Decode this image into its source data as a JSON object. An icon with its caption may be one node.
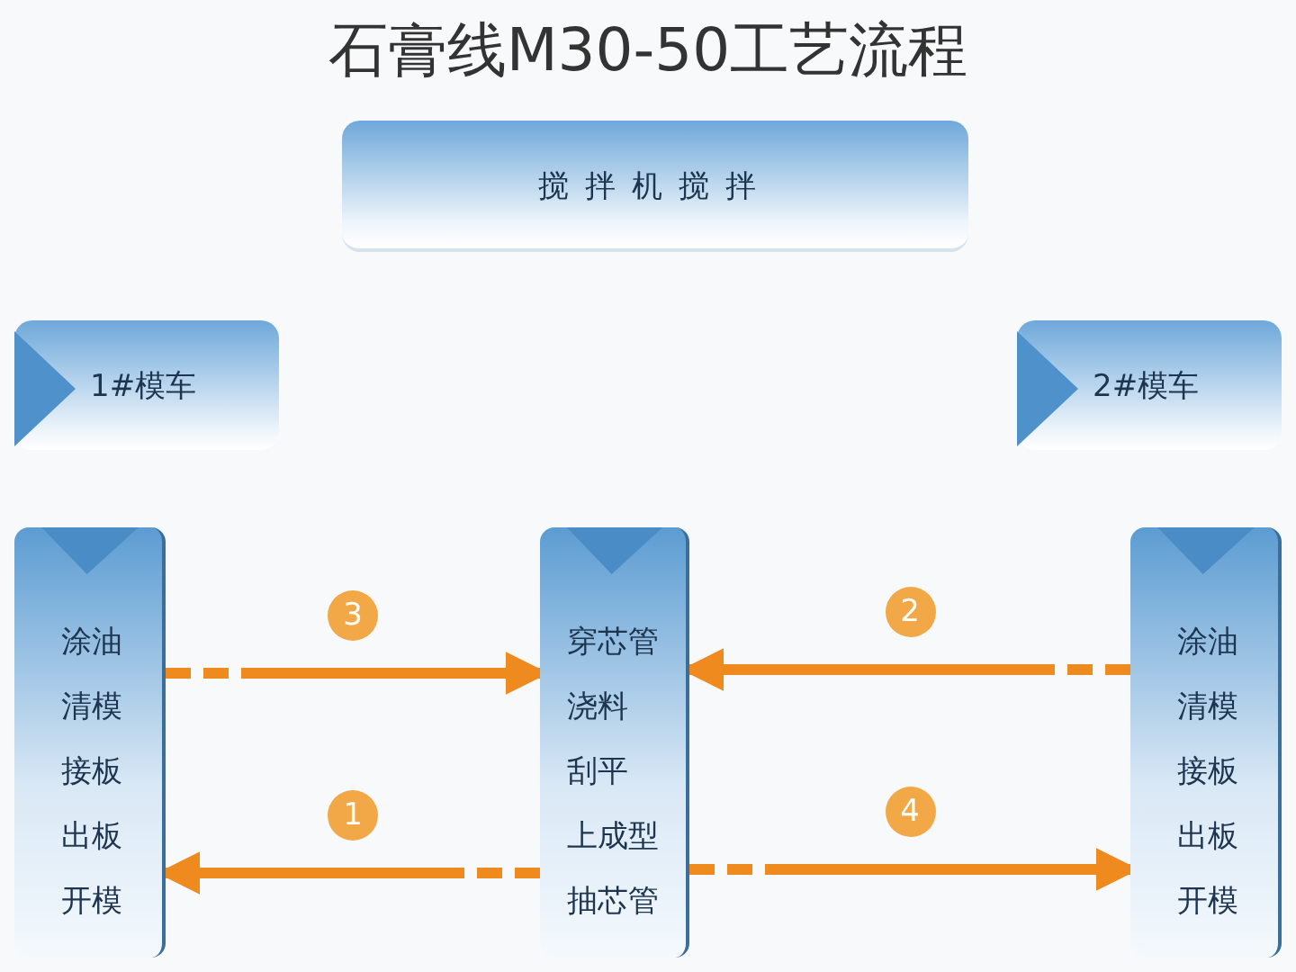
{
  "diagram": {
    "title": "石膏线M30-50工艺流程",
    "nodes": [
      {
        "text": [
          "搅拌机搅拌"
        ]
      },
      {
        "text": [
          "1#模车"
        ]
      },
      {
        "text": [
          "2#模车"
        ]
      },
      {
        "text": [
          "涂油",
          "清模",
          "接板",
          "出板",
          "开模"
        ]
      },
      {
        "text": [
          "穿芯管",
          "浇料",
          "刮平",
          "上成型",
          "抽芯管"
        ]
      },
      {
        "text": [
          "涂油",
          "清模",
          "接板",
          "出板",
          "开模"
        ]
      }
    ],
    "edges": [
      {
        "from": 3,
        "to": 4,
        "arrow": "to",
        "label": "3",
        "style": "dashed"
      },
      {
        "from": 5,
        "to": 4,
        "arrow": "to",
        "label": "2",
        "style": "dashed"
      },
      {
        "from": 4,
        "to": 3,
        "arrow": "to",
        "label": "1",
        "style": "dashed"
      },
      {
        "from": 4,
        "to": 5,
        "arrow": "to",
        "label": "4",
        "style": "dashed"
      }
    ]
  }
}
